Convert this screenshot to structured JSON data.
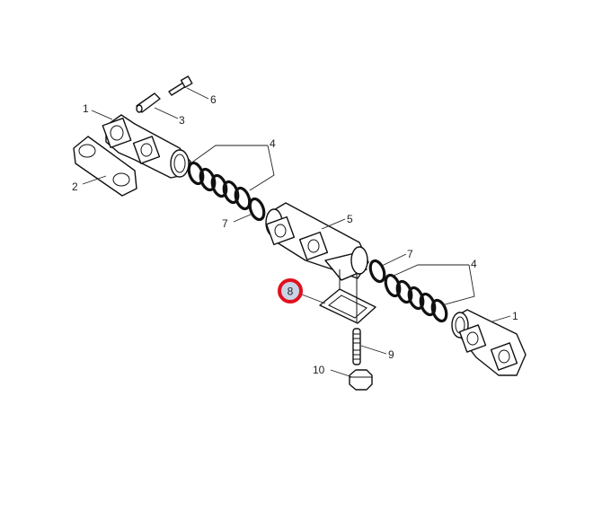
{
  "diagram": {
    "labels": {
      "exhaust_manifold_end_left": "1",
      "gasket_left": "2",
      "sleeve_pin": "3",
      "rings_upper": "4",
      "manifold_center": "5",
      "bolt": "6",
      "ring_left": "7",
      "ring_right": "7",
      "rings_lower": "4",
      "gasket_highlighted": "8",
      "exhaust_manifold_end_right": "1",
      "stud": "9",
      "nut": "10"
    },
    "highlight": {
      "part": "8",
      "ring_color": "#e0101e",
      "fill_color": "#c9d3e6"
    }
  }
}
